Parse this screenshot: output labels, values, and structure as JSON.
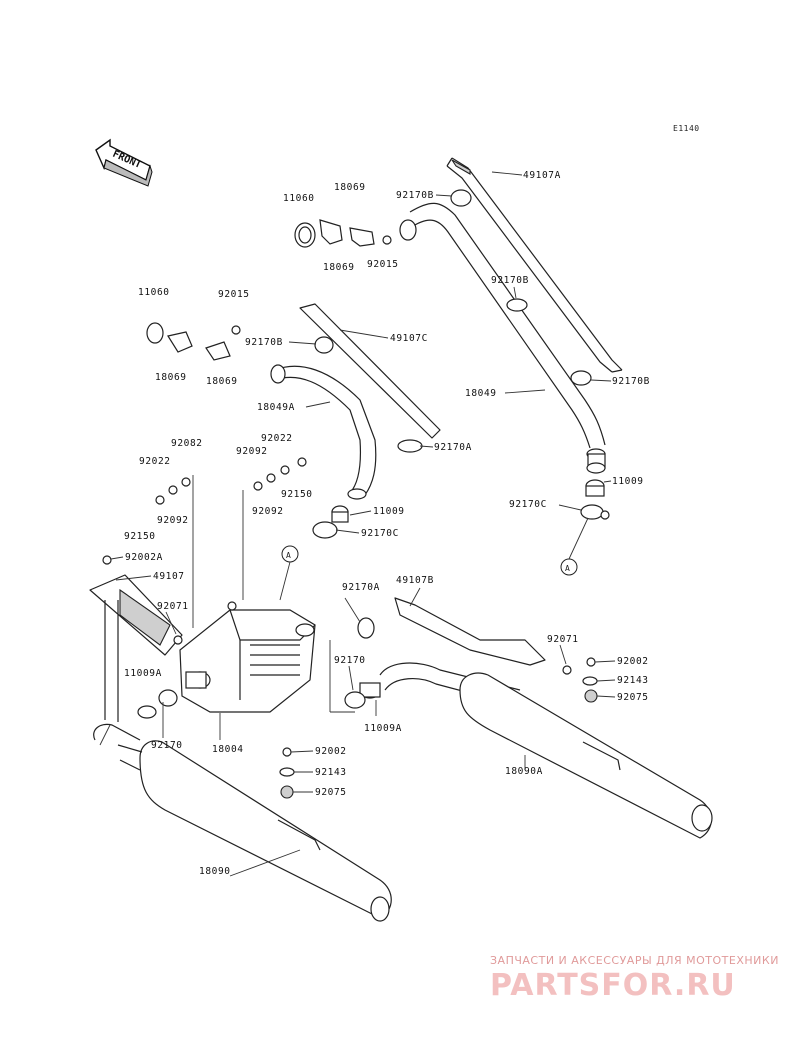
{
  "diagram": {
    "code": "E1140",
    "front_label": "FRONT",
    "ref_marker": "A"
  },
  "parts": [
    {
      "id": "p1",
      "label": "49107A"
    },
    {
      "id": "p2",
      "label": "18069"
    },
    {
      "id": "p3",
      "label": "11060"
    },
    {
      "id": "p4",
      "label": "92170B"
    },
    {
      "id": "p5",
      "label": "18069"
    },
    {
      "id": "p6",
      "label": "92015"
    },
    {
      "id": "p7",
      "label": "92170B"
    },
    {
      "id": "p8",
      "label": "11060"
    },
    {
      "id": "p9",
      "label": "92015"
    },
    {
      "id": "p10",
      "label": "49107C"
    },
    {
      "id": "p11",
      "label": "92170B"
    },
    {
      "id": "p12",
      "label": "92170B"
    },
    {
      "id": "p13",
      "label": "18069"
    },
    {
      "id": "p14",
      "label": "18069"
    },
    {
      "id": "p15",
      "label": "18049"
    },
    {
      "id": "p16",
      "label": "18049A"
    },
    {
      "id": "p17",
      "label": "92170A"
    },
    {
      "id": "p18",
      "label": "92022"
    },
    {
      "id": "p19",
      "label": "92082"
    },
    {
      "id": "p20",
      "label": "92092"
    },
    {
      "id": "p21",
      "label": "92022"
    },
    {
      "id": "p22",
      "label": "11009"
    },
    {
      "id": "p23",
      "label": "92150"
    },
    {
      "id": "p24",
      "label": "92092"
    },
    {
      "id": "p25",
      "label": "92170C"
    },
    {
      "id": "p26",
      "label": "92092"
    },
    {
      "id": "p27",
      "label": "11009"
    },
    {
      "id": "p28",
      "label": "92150"
    },
    {
      "id": "p29",
      "label": "92170C"
    },
    {
      "id": "p30",
      "label": "92002A"
    },
    {
      "id": "p31",
      "label": "49107"
    },
    {
      "id": "p32",
      "label": "92170A"
    },
    {
      "id": "p33",
      "label": "49107B"
    },
    {
      "id": "p34",
      "label": "92071"
    },
    {
      "id": "p35",
      "label": "92071"
    },
    {
      "id": "p36",
      "label": "92002"
    },
    {
      "id": "p37",
      "label": "11009A"
    },
    {
      "id": "p38",
      "label": "92170"
    },
    {
      "id": "p39",
      "label": "92143"
    },
    {
      "id": "p40",
      "label": "92075"
    },
    {
      "id": "p41",
      "label": "11009A"
    },
    {
      "id": "p42",
      "label": "92170"
    },
    {
      "id": "p43",
      "label": "18004"
    },
    {
      "id": "p44",
      "label": "92002"
    },
    {
      "id": "p45",
      "label": "18090A"
    },
    {
      "id": "p46",
      "label": "92143"
    },
    {
      "id": "p47",
      "label": "92075"
    },
    {
      "id": "p48",
      "label": "18090"
    }
  ],
  "watermark": {
    "caption": "ЗАПЧАСТИ И АКСЕССУАРЫ ДЛЯ МОТОТЕХНИКИ",
    "brand": "PARTSFOR.RU"
  }
}
